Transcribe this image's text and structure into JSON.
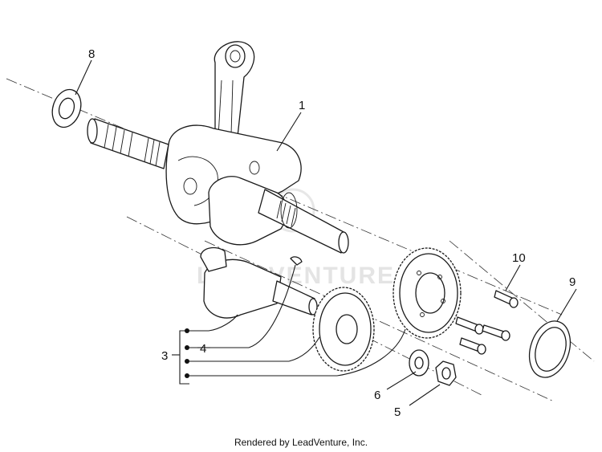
{
  "diagram": {
    "callouts": {
      "c1": "1",
      "c3": "3",
      "c4": "4",
      "c5": "5",
      "c6": "6",
      "c8": "8",
      "c9": "9",
      "c10": "10"
    },
    "watermark": "LEADVENTURE",
    "footer": "Rendered by LeadVenture, Inc."
  }
}
